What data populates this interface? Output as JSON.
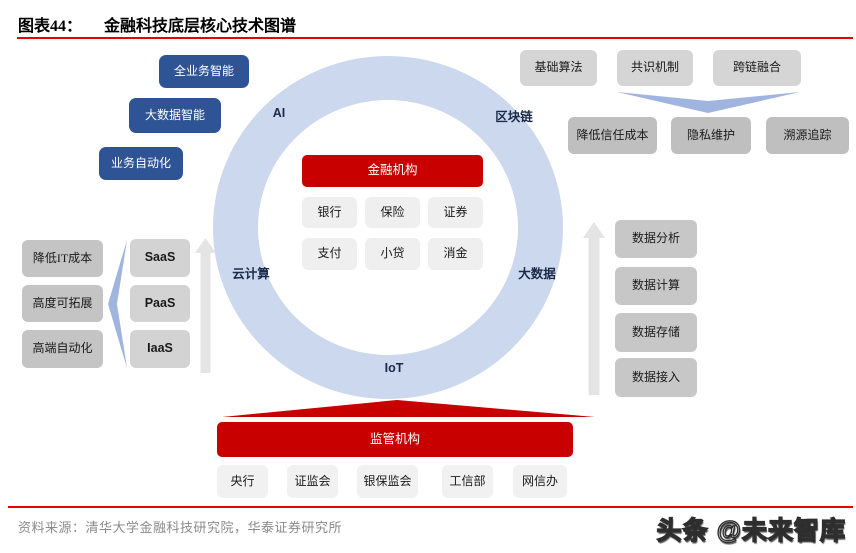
{
  "title": {
    "index_label": "图表44：",
    "text": "金融科技底层核心技术图谱"
  },
  "ring_labels": {
    "ai": "AI",
    "blockchain": "区块链",
    "cloud": "云计算",
    "bigdata": "大数据",
    "iot": "IoT"
  },
  "ai_section": {
    "items": [
      "全业务智能",
      "大数据智能",
      "业务自动化"
    ]
  },
  "blockchain_section": {
    "tech_row": [
      "基础算法",
      "共识机制",
      "跨链融合"
    ],
    "benefit_row": [
      "降低信任成本",
      "隐私维护",
      "溯源追踪"
    ]
  },
  "cloud_section": {
    "benefits": [
      "降低IT成本",
      "高度可拓展",
      "高端自动化"
    ],
    "layers": [
      "SaaS",
      "PaaS",
      "IaaS"
    ]
  },
  "bigdata_section": {
    "layers": [
      "数据分析",
      "数据计算",
      "数据存储",
      "数据接入"
    ]
  },
  "center": {
    "header": "金融机构",
    "institutions": [
      "银行",
      "保险",
      "证券",
      "支付",
      "小贷",
      "消金"
    ]
  },
  "regulator_section": {
    "header": "监管机构",
    "regulators": [
      "央行",
      "证监会",
      "银保监会",
      "工信部",
      "网信办"
    ]
  },
  "footer": {
    "source": "资料来源：清华大学金融科技研究院，华泰证券研究所",
    "watermark": "头条 @未来智库"
  },
  "colors": {
    "accent_navy": "#2f5496",
    "accent_red": "#c80000",
    "rule_red": "#e30000",
    "ring_blue": "#ccd8ee",
    "chevron_blue": "#9fb4de"
  }
}
